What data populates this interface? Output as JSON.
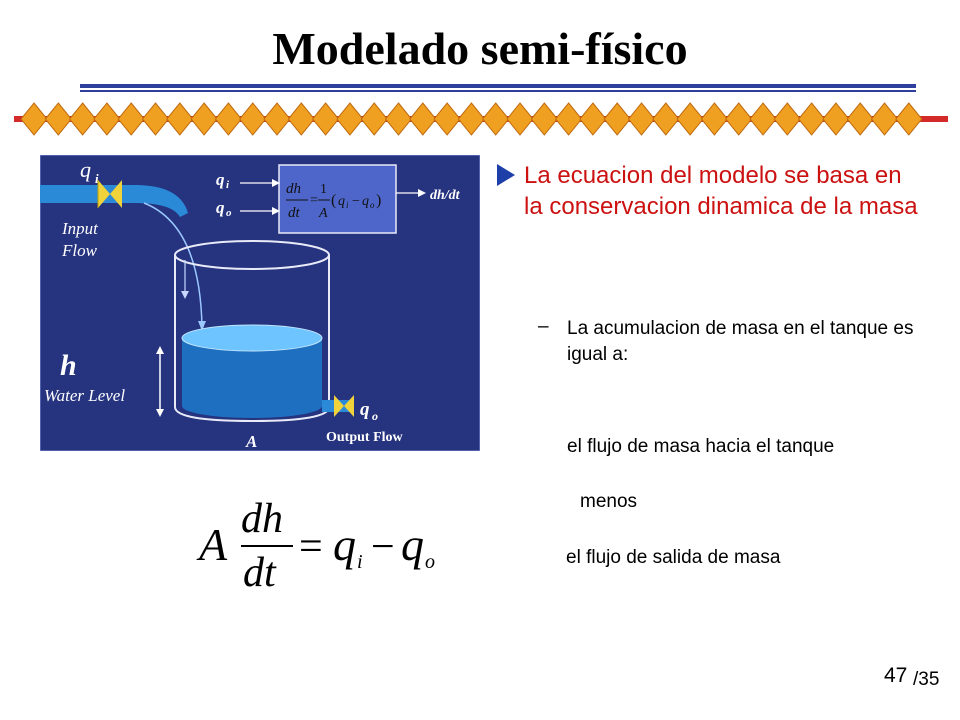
{
  "slide": {
    "title": "Modelado semi-físico",
    "page_number": "47",
    "page_total": "/35"
  },
  "bullet": {
    "text": "La ecuacion del modelo se basa en la conservacion dinamica de la masa"
  },
  "sub": {
    "dash": "–",
    "text": "La acumulacion de masa en el tanque es igual a:",
    "line1": "el flujo de masa hacia el tanque",
    "line2": "menos",
    "line3": "el flujo de salida de masa"
  },
  "figure": {
    "input_flow_line1": "Input",
    "input_flow_line2": "Flow",
    "water_level_h": "h",
    "water_level_label": "Water Level",
    "output_flow_label": "Output Flow",
    "area_label": "A",
    "output_dhdt": "dh/dt",
    "block_dh": "dh",
    "block_dt": "dt",
    "block_one": "1",
    "block_A": "A",
    "block_eq": "=",
    "block_lparen": "(",
    "block_rparen": ")",
    "block_minus": "−",
    "q": "q",
    "sub_i": "i",
    "sub_o": "o"
  },
  "equation": {
    "A": "A",
    "dh": "dh",
    "dt": "dt",
    "equals": "=",
    "q": "q",
    "sub_i": "i",
    "minus": "−",
    "sub_o": "o"
  },
  "colors": {
    "title": "#000000",
    "bullet_text": "#cc1111",
    "bullet_mark": "#1e3ea8",
    "rule": "#2e3f9e",
    "figure_bg": "#26337f",
    "water": "#1e6fc0",
    "diamond": "#f0a020",
    "band": "#d42a2a"
  }
}
